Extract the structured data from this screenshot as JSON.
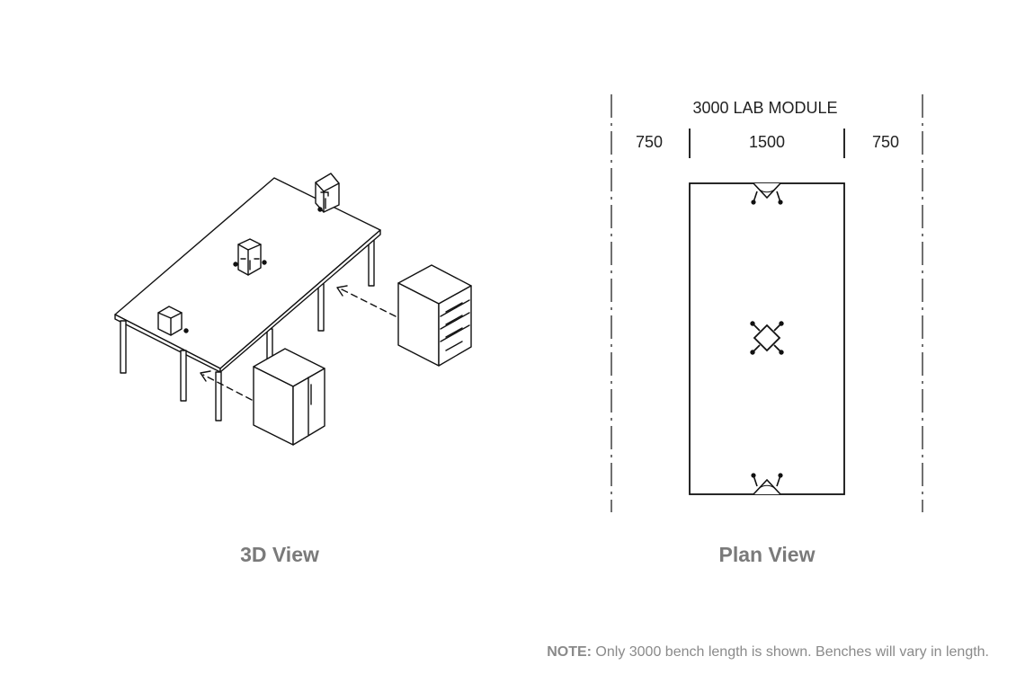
{
  "views": {
    "three_d": {
      "caption": "3D View"
    },
    "plan": {
      "caption": "Plan View",
      "module_label": "3000 LAB MODULE",
      "dims": {
        "left": "750",
        "center": "1500",
        "right": "750"
      }
    }
  },
  "note": {
    "label": "NOTE:",
    "text": " Only 3000 bench length is shown. Benches will vary in length."
  }
}
